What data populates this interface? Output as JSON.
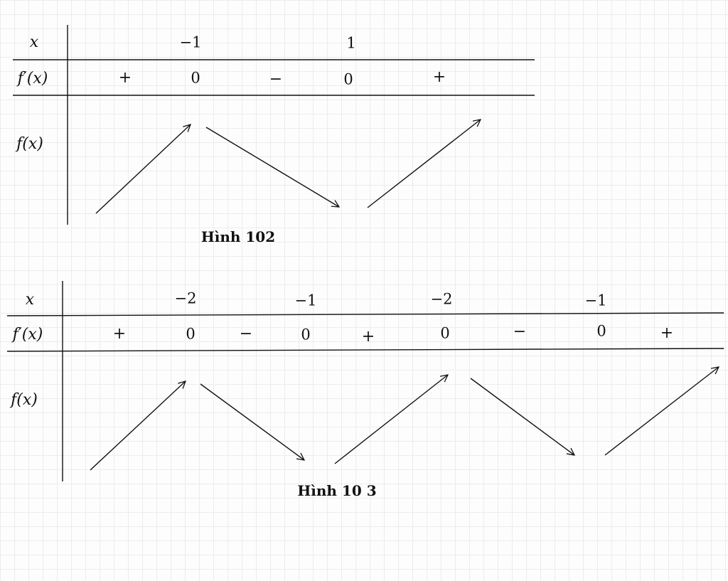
{
  "table1": {
    "row_labels": {
      "x": "x",
      "fprime": "f′(x)",
      "f": "f(x)"
    },
    "x_values": [
      "−1",
      "1"
    ],
    "signs": [
      "+",
      "0",
      "−",
      "0",
      "+"
    ],
    "variation": [
      "up",
      "down",
      "up"
    ],
    "caption": "Hình 102"
  },
  "table2": {
    "row_labels": {
      "x": "x",
      "fprime": "f′(x)",
      "f": "f(x)"
    },
    "x_values": [
      "−2",
      "−1",
      "−2",
      "−1"
    ],
    "signs": [
      "+",
      "0",
      "−",
      "0",
      "+",
      "0",
      "−",
      "0",
      "+"
    ],
    "variation": [
      "up",
      "down",
      "up",
      "down",
      "up"
    ],
    "caption": "Hình 10 3"
  }
}
